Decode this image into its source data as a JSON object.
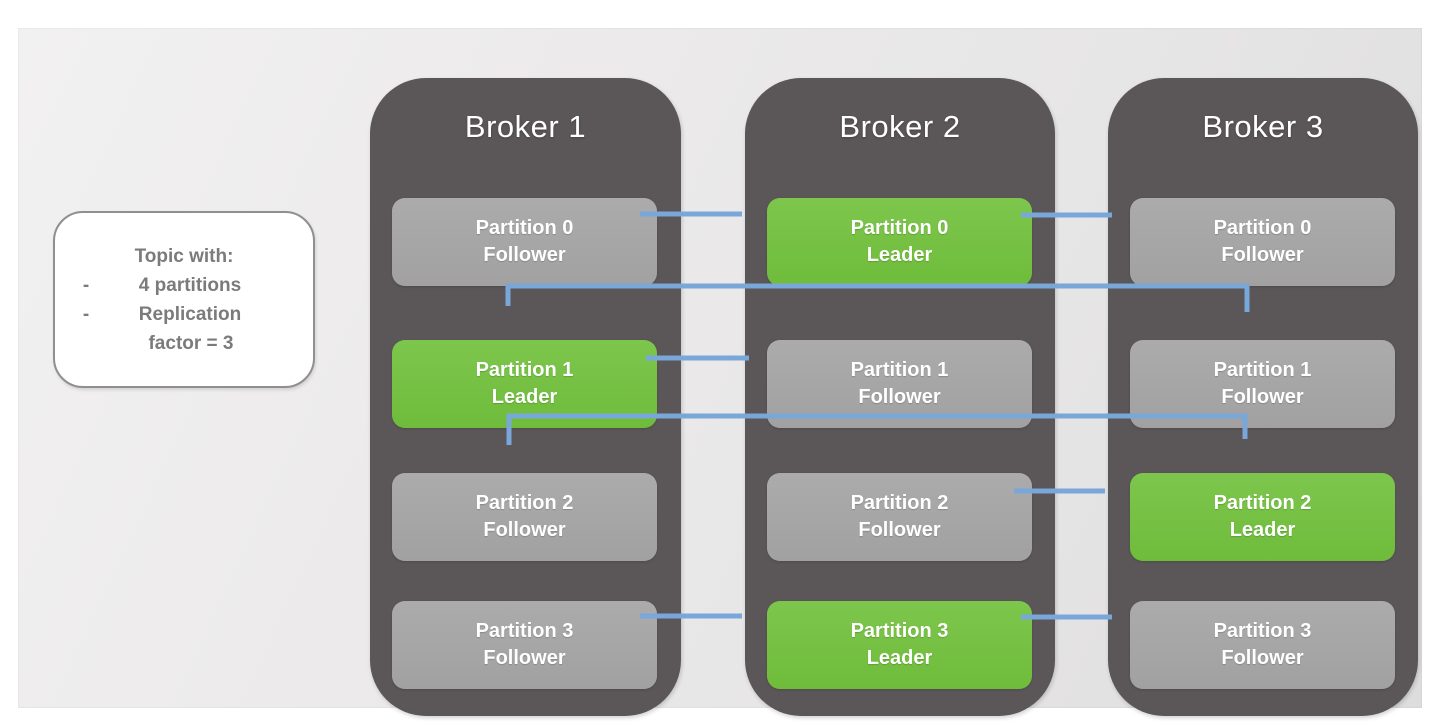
{
  "note": {
    "title": "Topic with:",
    "bullets": [
      {
        "dash": "-",
        "text": "4 partitions"
      },
      {
        "dash": "-",
        "text": "Replication"
      }
    ],
    "continuation": "factor = 3"
  },
  "brokers": [
    {
      "title": "Broker 1",
      "partitions": [
        {
          "name": "Partition 0",
          "role": "Follower",
          "is_leader": false
        },
        {
          "name": "Partition 1",
          "role": "Leader",
          "is_leader": true
        },
        {
          "name": "Partition 2",
          "role": "Follower",
          "is_leader": false
        },
        {
          "name": "Partition 3",
          "role": "Follower",
          "is_leader": false
        }
      ]
    },
    {
      "title": "Broker 2",
      "partitions": [
        {
          "name": "Partition 0",
          "role": "Leader",
          "is_leader": true
        },
        {
          "name": "Partition 1",
          "role": "Follower",
          "is_leader": false
        },
        {
          "name": "Partition 2",
          "role": "Follower",
          "is_leader": false
        },
        {
          "name": "Partition 3",
          "role": "Leader",
          "is_leader": true
        }
      ]
    },
    {
      "title": "Broker 3",
      "partitions": [
        {
          "name": "Partition 0",
          "role": "Follower",
          "is_leader": false
        },
        {
          "name": "Partition 1",
          "role": "Follower",
          "is_leader": false
        },
        {
          "name": "Partition 2",
          "role": "Leader",
          "is_leader": true
        },
        {
          "name": "Partition 3",
          "role": "Follower",
          "is_leader": false
        }
      ]
    }
  ],
  "replication_flows": [
    {
      "partition": 0,
      "from": "Broker 1 Follower",
      "to": "Broker 2 Leader"
    },
    {
      "partition": 0,
      "from": "Broker 3 Follower",
      "to": "Broker 2 Leader"
    },
    {
      "partition": 1,
      "from": "Broker 3 Follower",
      "to": "Broker 1 Leader"
    },
    {
      "partition": 1,
      "from": "Broker 2 Follower",
      "to": "Broker 1 Leader"
    },
    {
      "partition": 2,
      "from": "Broker 1 Follower",
      "to": "Broker 3 Leader"
    },
    {
      "partition": 2,
      "from": "Broker 2 Follower",
      "to": "Broker 3 Leader"
    },
    {
      "partition": 3,
      "from": "Broker 1 Follower",
      "to": "Broker 2 Leader"
    },
    {
      "partition": 3,
      "from": "Broker 3 Follower",
      "to": "Broker 2 Leader"
    }
  ],
  "colors": {
    "canvas_background": "#e9e8e8",
    "broker_background": "#5b5657",
    "follower_box": "#a6a6a6",
    "leader_box": "#76c043",
    "arrow": "#7aa7d9",
    "note_text": "#7b7b7b",
    "box_text": "#ffffff"
  }
}
